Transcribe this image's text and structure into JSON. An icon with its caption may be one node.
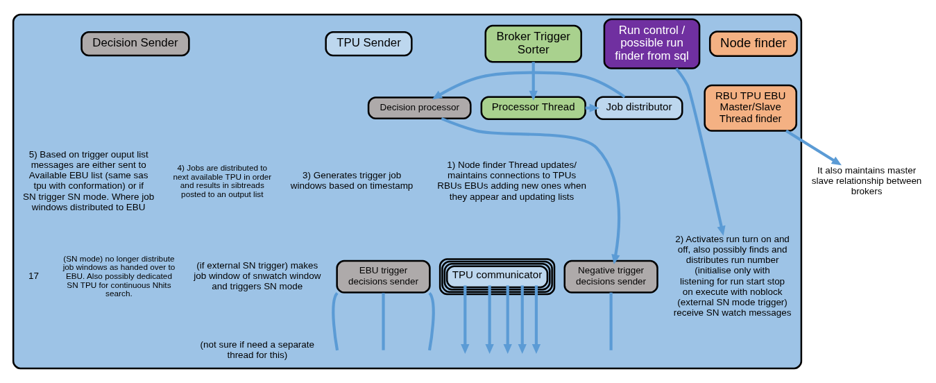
{
  "diagram": {
    "nodes": [
      {
        "text": [],
        "shape": "box"
      },
      {
        "text": [
          "Node finder"
        ],
        "in": 0
      },
      {
        "text": [
          "Run control / possible run finder from sql"
        ],
        "in": 0
      },
      {
        "text": [
          "Broker Trigger Sorter"
        ],
        "in": 0
      },
      {
        "text": [
          "TPU Sender"
        ],
        "in": 0
      },
      {
        "text": [
          "Decision Sender"
        ],
        "in": 0
      },
      {
        "text": [
          "RBU TPU EBU Master/Slave Thread finder"
        ],
        "in": 0
      },
      {
        "text": [
          "Processor Thread"
        ],
        "in": 0
      },
      {
        "text": [
          "Job distributor"
        ],
        "in": 0
      },
      {
        "text": [
          "Decision processor"
        ],
        "in": 0
      },
      {
        "text": [
          "Negative trigger decisions sender"
        ],
        "in": 0
      },
      {
        "text": [
          "TPU communicator"
        ],
        "in": 0
      },
      {
        "text": [
          "EBU trigger decisions sender"
        ],
        "in": 0
      },
      {
        "text": [
          "2) Activates run turn on and off, also possibly finds and distributes run number (initialise only with listening for run start stop on execute with noblock",
          "(external SN mode trigger) receive SN watch messages"
        ],
        "in": 0
      },
      {
        "text": [
          "It also maintains master slave relationship between brokers"
        ]
      }
    ],
    "edges": [
      {
        "from": 6,
        "to": 14,
        "arrow": "to"
      },
      {
        "from": 2,
        "to": 13,
        "arrow": "to"
      },
      {
        "from": 3,
        "to": 7,
        "arrow": "to"
      },
      {
        "from": 7,
        "to": 8,
        "arrow": "to"
      },
      {
        "from": 8,
        "to": 9,
        "arrow": "to"
      },
      {
        "from": 9,
        "to": 10,
        "arrow": "to"
      },
      {
        "from": 10,
        "to": null,
        "arrow": "none"
      },
      {
        "from": 12,
        "to": null,
        "arrow": "none"
      },
      {
        "from": 12,
        "to": null,
        "arrow": "none"
      },
      {
        "from": 12,
        "to": null,
        "arrow": "none"
      },
      {
        "from": 11,
        "to": null,
        "arrow": "to"
      },
      {
        "from": 11,
        "to": null,
        "arrow": "to"
      },
      {
        "from": 11,
        "to": null,
        "arrow": "to"
      },
      {
        "from": 11,
        "to": null,
        "arrow": "to"
      },
      {
        "from": 11,
        "to": null,
        "arrow": "to"
      }
    ],
    "labels": [
      "1) Node finder Thread updates/ maintains connections to TPUs RBUs EBUs adding new ones when they appear and updating lists",
      "3) Generates trigger job windows based on timestamp",
      "(if external SN trigger) makes job window of snwatch window and triggers SN mode",
      "(not sure if need a separate thread for this)",
      "4) Jobs are distributed to next available TPU in order and results in sibtreads posted to an output list",
      "(SN mode) no longer distribute job windows as handed over to EBU. Also possibly dedicated SN TPU for continuous Nhits search.",
      "5) Based on trigger ouput list messages are either sent to Available EBU list (same sas tpu with conformation) or if SN trigger SN mode. Where job windows distributed to EBU",
      "17"
    ]
  }
}
